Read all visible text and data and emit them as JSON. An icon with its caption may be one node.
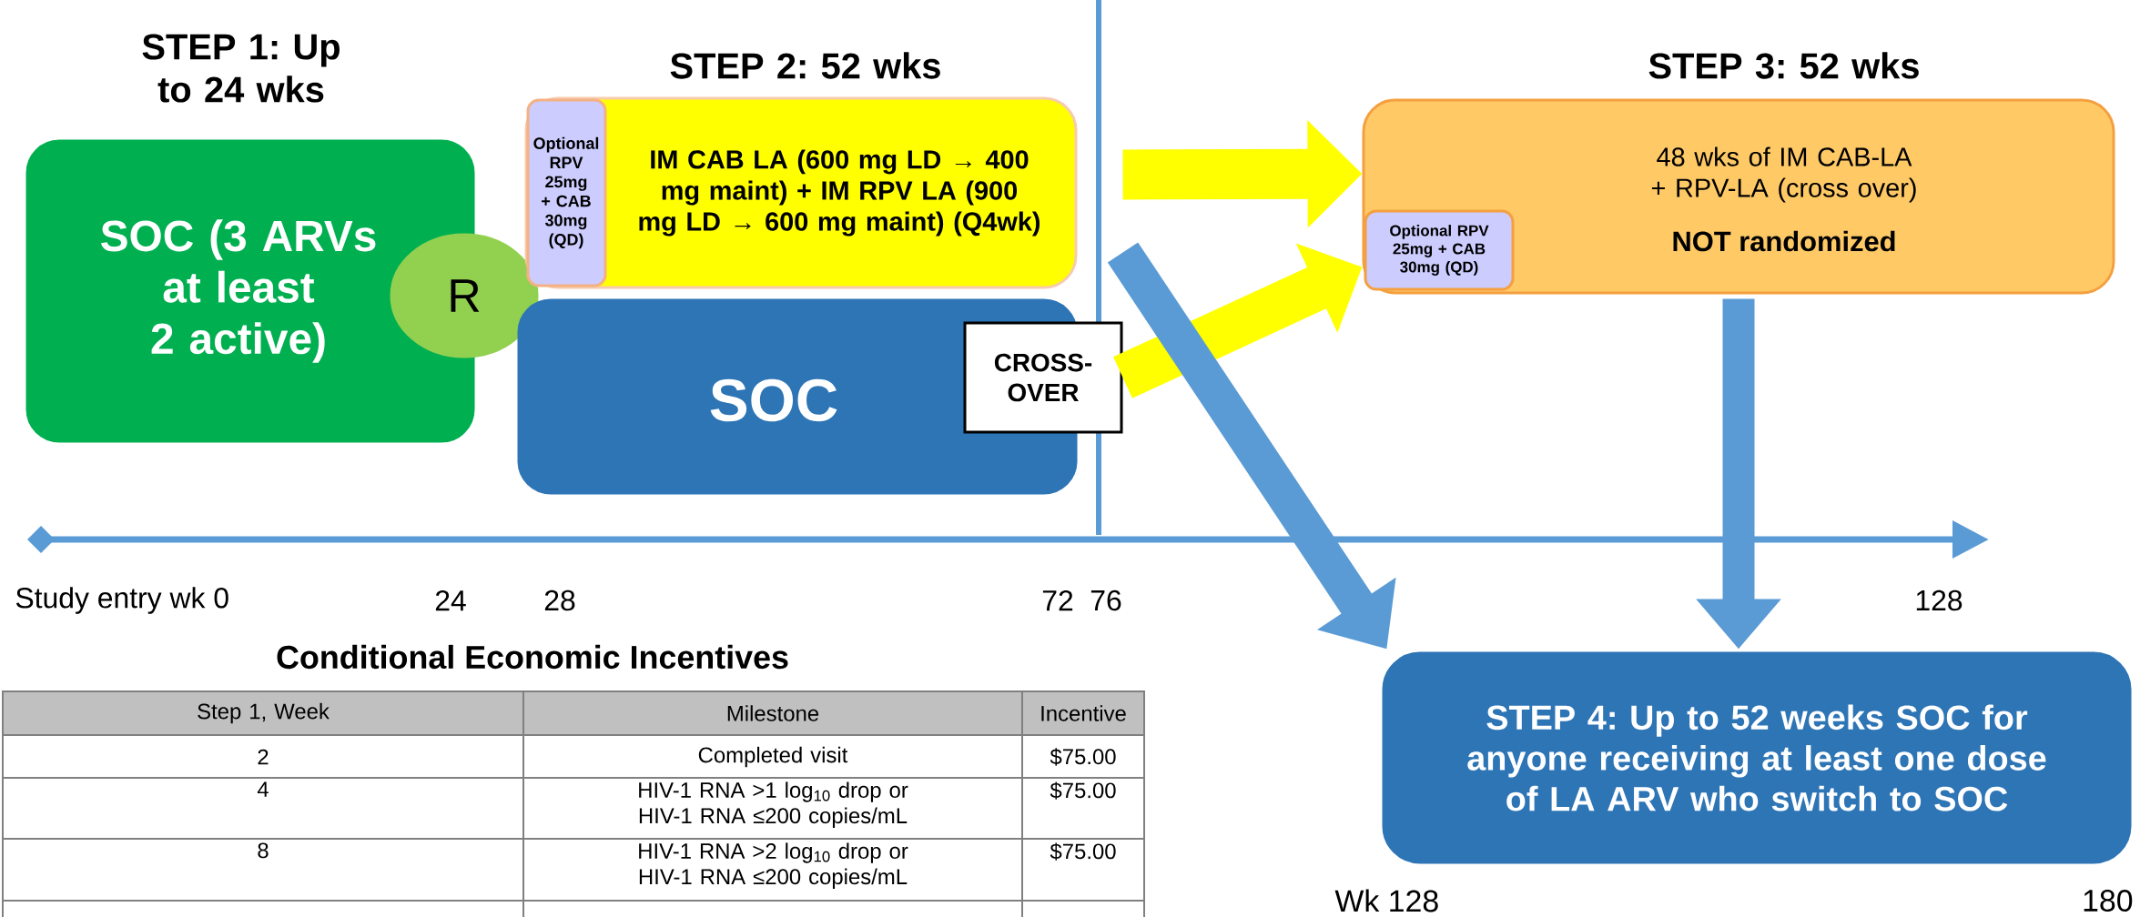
{
  "diagram": {
    "nodes": [
      {
        "text": [
          "STEP 1: Up to 24 wks",
          "SOC (3 ARVs at least 2 active)"
        ]
      },
      {
        "text": [
          "R"
        ]
      },
      {
        "text": [
          "STEP 2: 52 wks",
          "IM CAB LA (600 mg LD → 400 mg maint) + IM RPV LA (900 mg LD → 600 mg maint) (Q4wk)"
        ]
      },
      {
        "text": [
          "Optional RPV 25mg + CAB 30mg (QD)"
        ],
        "in": 2
      },
      {
        "text": [
          "SOC"
        ]
      },
      {
        "text": [
          "CROSS-OVER"
        ]
      },
      {
        "text": [
          "STEP 3: 52 wks",
          "48 wks of IM CAB-LA + RPV-LA (cross over)",
          "NOT randomized"
        ]
      },
      {
        "text": [
          "Optional RPV 25mg + CAB 30mg (QD)"
        ],
        "in": 6
      },
      {
        "text": [
          "STEP 4: Up to 52 weeks SOC for anyone receiving at least one dose of LA ARV who switch to SOC"
        ]
      }
    ],
    "edges": [
      {
        "from": 2,
        "to": 6,
        "arrow": "to",
        "color": "#ffff00"
      },
      {
        "from": 5,
        "to": 6,
        "arrow": "to",
        "color": "#ffff00"
      },
      {
        "from": 2,
        "to": 8,
        "arrow": "to",
        "color": "#5b9bd5"
      },
      {
        "from": 6,
        "to": 8,
        "arrow": "to",
        "color": "#5b9bd5"
      }
    ],
    "labels": [
      "Study entry wk 0",
      "24",
      "28",
      "72",
      "76",
      "128",
      "Conditional Economic Incentives",
      "Step 1, Week",
      "Milestone",
      "Incentive",
      "2",
      "Completed visit",
      "$75.00",
      "4",
      "HIV-1 RNA >1 log$_{10}$ drop or HIV-1 RNA ≤200 copies/mL",
      "$75.00",
      "8",
      "HIV-1 RNA >2 log$_{10}$ drop or HIV-1 RNA ≤200 copies/mL",
      "$75.00",
      "Wk 128",
      "180"
    ]
  }
}
